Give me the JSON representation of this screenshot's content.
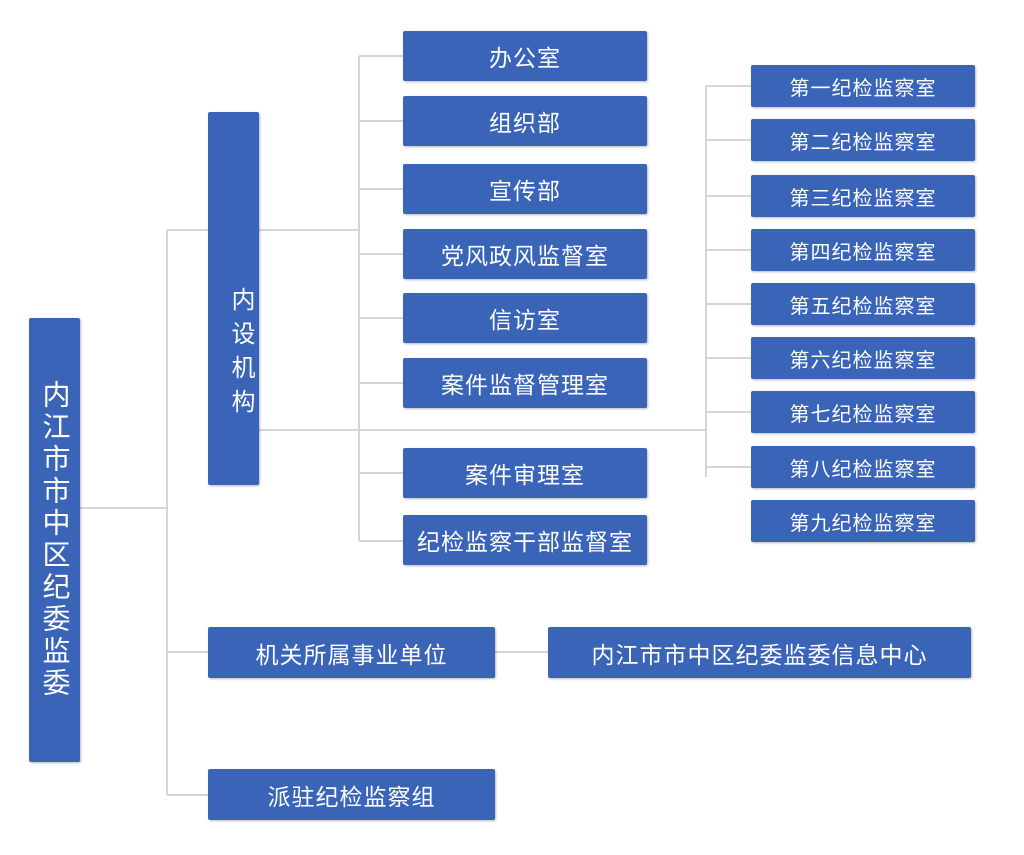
{
  "root": {
    "label": "内江市市中区纪委监委"
  },
  "internal": {
    "label": "内设机构",
    "departments": [
      "办公室",
      "组织部",
      "宣传部",
      "党风政风监督室",
      "信访室",
      "案件监督管理室",
      "案件审理室",
      "纪检监察干部监督室"
    ],
    "rooms": [
      "第一纪检监察室",
      "第二纪检监察室",
      "第三纪检监察室",
      "第四纪检监察室",
      "第五纪检监察室",
      "第六纪检监察室",
      "第七纪检监察室",
      "第八纪检监察室",
      "第九纪检监察室"
    ]
  },
  "affiliated": {
    "label": "机关所属事业单位",
    "child": "内江市市中区纪委监委信息中心"
  },
  "stationed": {
    "label": "派驻纪检监察组"
  },
  "colors": {
    "box": "#3a64b8",
    "line": "#d5d5d5",
    "text": "#ffffff"
  }
}
